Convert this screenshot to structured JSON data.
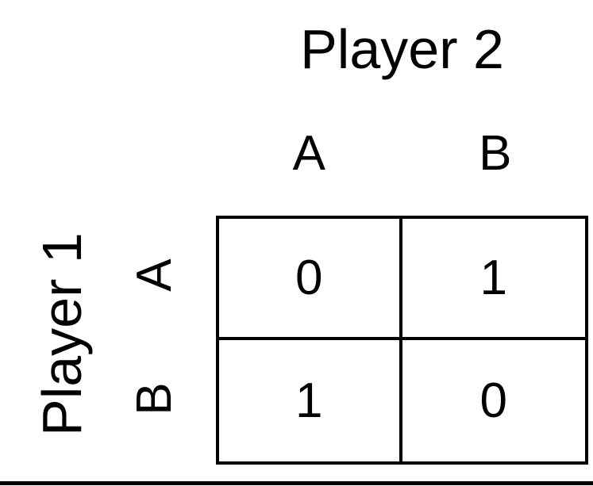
{
  "diagram": {
    "title_top": "Player 2",
    "title_left": "Player 1",
    "columns": [
      "A",
      "B"
    ],
    "rows": [
      "A",
      "B"
    ],
    "payoffs": [
      [
        "0",
        "1"
      ],
      [
        "1",
        "0"
      ]
    ]
  },
  "chart_data": {
    "type": "table",
    "title": "Player 2",
    "row_header": "Player 1",
    "column_labels": [
      "A",
      "B"
    ],
    "row_labels": [
      "A",
      "B"
    ],
    "values": [
      [
        0,
        1
      ],
      [
        1,
        0
      ]
    ]
  },
  "colors": {
    "foreground": "#000000",
    "background": "#ffffff"
  }
}
